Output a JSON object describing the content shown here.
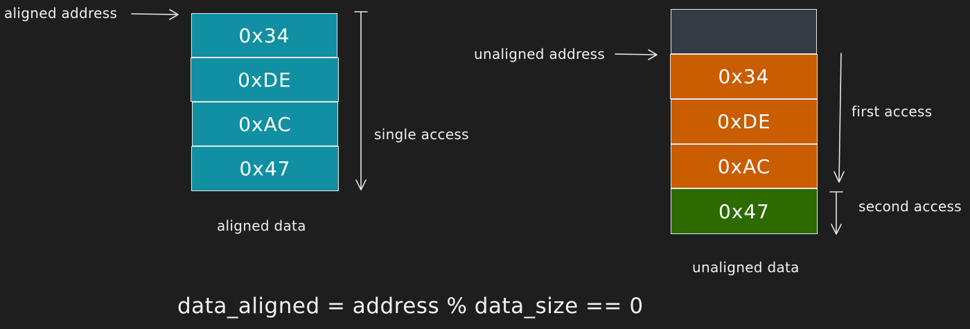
{
  "left": {
    "pointer_label": "aligned address",
    "bytes": [
      "0x34",
      "0xDE",
      "0xAC",
      "0x47"
    ],
    "access_label": "single access",
    "caption": "aligned data"
  },
  "right": {
    "pointer_label": "unaligned address",
    "bytes": [
      "0x34",
      "0xDE",
      "0xAC",
      "0x47"
    ],
    "first_access_label": "first access",
    "second_access_label": "second access",
    "caption": "unaligned data"
  },
  "formula": "data_aligned = address % data_size == 0",
  "colors": {
    "background": "#1e1e1e",
    "aligned_fill": "#1190a3",
    "first_access_fill": "#c95d00",
    "second_access_fill": "#2d6a00",
    "padding_fill": "#353b45"
  }
}
